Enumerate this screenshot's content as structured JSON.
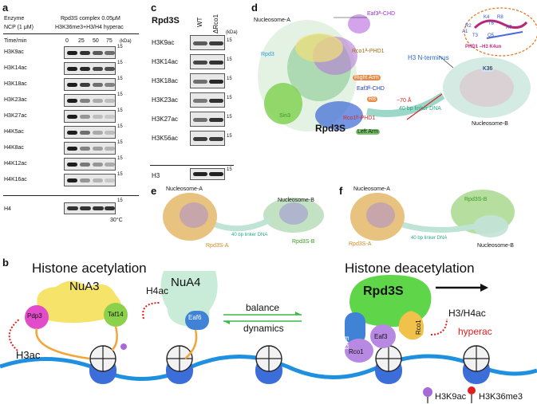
{
  "panel_a": {
    "label": "a",
    "enzyme_label": "Enzyme",
    "enzyme_value": "Rpd3S complex 0.05μM",
    "ncp_label": "NCP (1 μM)",
    "ncp_value": "H3K36me3+H3/H4 hyperac",
    "time_label": "Time/min",
    "times": [
      "0",
      "25",
      "50",
      "75"
    ],
    "kda_label": "(kDa)",
    "marker": "15",
    "rows": [
      "H3K9ac",
      "H3K14ac",
      "H3K18ac",
      "H3K23ac",
      "H3K27ac",
      "H4K5ac",
      "H4K8ac",
      "H4K12ac",
      "H4K16ac"
    ],
    "loading_row": "H4",
    "temperature": "30°C"
  },
  "panel_c": {
    "label": "c",
    "title": "Rpd3S",
    "columns": [
      "WT",
      "ΔRco1"
    ],
    "kda_label": "(kDa)",
    "marker": "15",
    "rows": [
      "H3K9ac",
      "H3K14ac",
      "H3K18ac",
      "H3K23ac",
      "H3K27ac",
      "H3K56ac"
    ],
    "loading_row": "H3"
  },
  "panel_d": {
    "label": "d",
    "nucleosome_a": "Nucleosome-A",
    "nucleosome_b": "Nucleosome-B",
    "rpd3": "Rpd3",
    "sin3": "Sin3",
    "rpd3s": "Rpd3S",
    "eaf3a_chd": "Eaf3ᴬ-CHD",
    "eaf3b_chd": "Eaf3ᴮ-CHD",
    "rco1a_phd1": "Rco1ᴬ-PHD1",
    "rco1b_phd1": "Rco1ᴮ-PHD1",
    "h3_nterminus": "H3 N-terminus",
    "k36": "K36",
    "r8": "R8",
    "right_arm": "Right Arm",
    "left_arm": "Left Arm",
    "distance": "~70 Å",
    "linker": "40 bp linker DNA",
    "inset_residues": [
      "K4",
      "R8",
      "R2",
      "T6",
      "A7",
      "A1",
      "T3",
      "Q5"
    ],
    "inset_label": "PHD1 –H3 K4un"
  },
  "panel_e": {
    "label": "e",
    "nucleosome_a": "Nucleosome-A",
    "nucleosome_b": "Nucleosome-B",
    "rpd3s_a": "Rpd3S-A",
    "rpd3s_b": "Rpd3S-B",
    "linker": "40 bp linker DNA"
  },
  "panel_f": {
    "label": "f",
    "nucleosome_a": "Nucleosome-A",
    "nucleosome_b": "Nucleosome-B",
    "rpd3s_a": "Rpd3S-A",
    "rpd3s_b": "Rpd3S-B",
    "linker": "40 bp linker DNA"
  },
  "panel_b": {
    "label": "b",
    "title_left": "Histone acetylation",
    "title_right": "Histone deacetylation",
    "nua3": "NuA3",
    "nua4": "NuA4",
    "pdp3": "Pdp3",
    "taf14": "Taf14",
    "eaf6": "Eaf6",
    "h4ac": "H4ac",
    "h3ac": "H3ac",
    "balance": "balance",
    "dynamics": "dynamics",
    "rpd3s": "Rpd3S",
    "eaf3": "Eaf3",
    "rco1": "Rco1",
    "h3h4ac": "H3/H4ac",
    "hyperac": "hyperac",
    "legend_k9ac": "H3K9ac",
    "legend_k36me3": "H3K36me3",
    "colors": {
      "nua3": "#f5e36a",
      "nua4": "#c9ecd9",
      "pdp3": "#e24bc9",
      "taf14": "#8cd14b",
      "eaf3": "#3f82d6",
      "rpd3s": "#5fd64a",
      "rco1": "#f0c24a",
      "rco1_purple": "#b889e3",
      "dna": "#1f90e0",
      "arrow": "#e02020"
    }
  }
}
